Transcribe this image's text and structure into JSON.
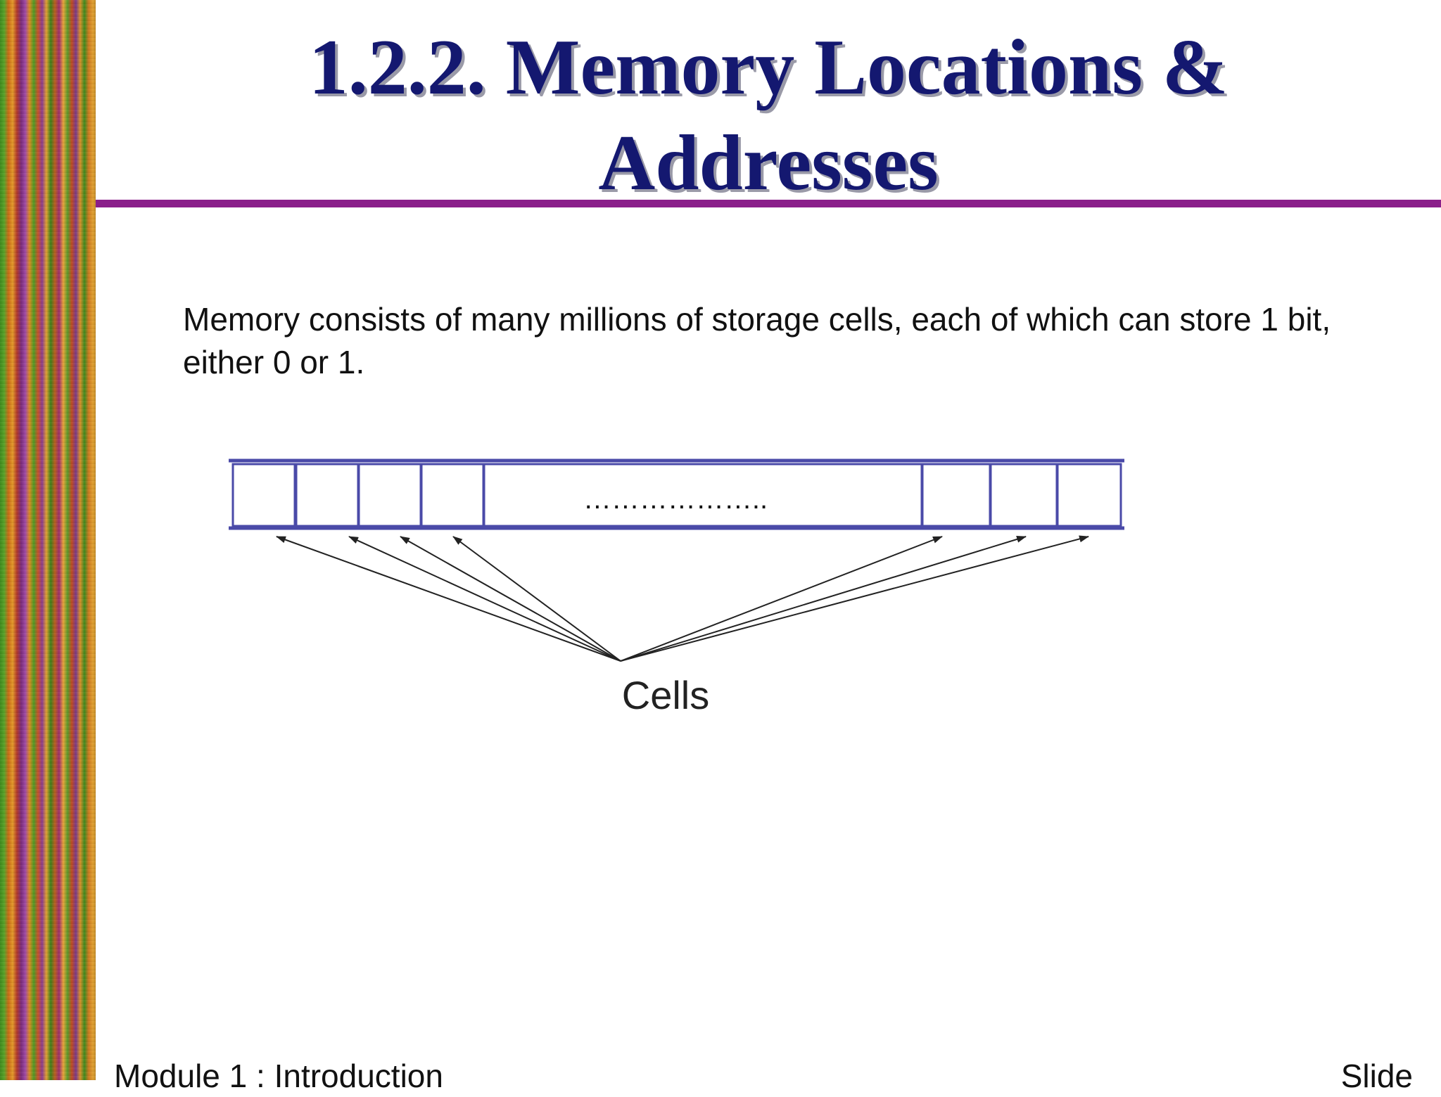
{
  "slide": {
    "title_line1": "1.2.2. Memory Locations &",
    "title_line2": "Addresses",
    "body": "Memory consists of many millions of storage cells, each of which can store 1 bit, either 0 or 1.",
    "footer_left": "Module 1 : Introduction",
    "footer_right": "Slide"
  },
  "diagram": {
    "ellipsis": "………………..",
    "cells_label": "Cells",
    "colors": {
      "cell_border": "#4a4aa8",
      "arrow": "#222222",
      "title": "#141870",
      "rule": "#8a1f8a"
    }
  }
}
